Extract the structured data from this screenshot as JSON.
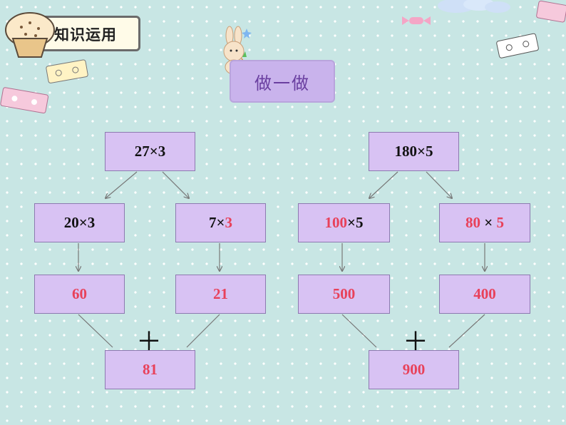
{
  "header": {
    "title": "知识运用",
    "badge": "做一做"
  },
  "left_tree": {
    "root": "27×3",
    "left_expr": {
      "a": "20",
      "op": "×",
      "b": "3"
    },
    "right_expr": {
      "a": "7",
      "op": "×",
      "b": "3"
    },
    "left_result": "60",
    "right_result": "21",
    "plus": "＋",
    "sum": "81"
  },
  "right_tree": {
    "root": "180×5",
    "left_expr": {
      "a": "100",
      "op": "×",
      "b": "5"
    },
    "right_expr": {
      "a": "80",
      "op": " × ",
      "b": "5"
    },
    "left_result": "500",
    "right_result": "400",
    "plus": "＋",
    "sum": "900"
  },
  "colors": {
    "box_fill": "#d8c2f3",
    "answer_red": "#e8415a",
    "badge_text": "#6a3fa0"
  }
}
